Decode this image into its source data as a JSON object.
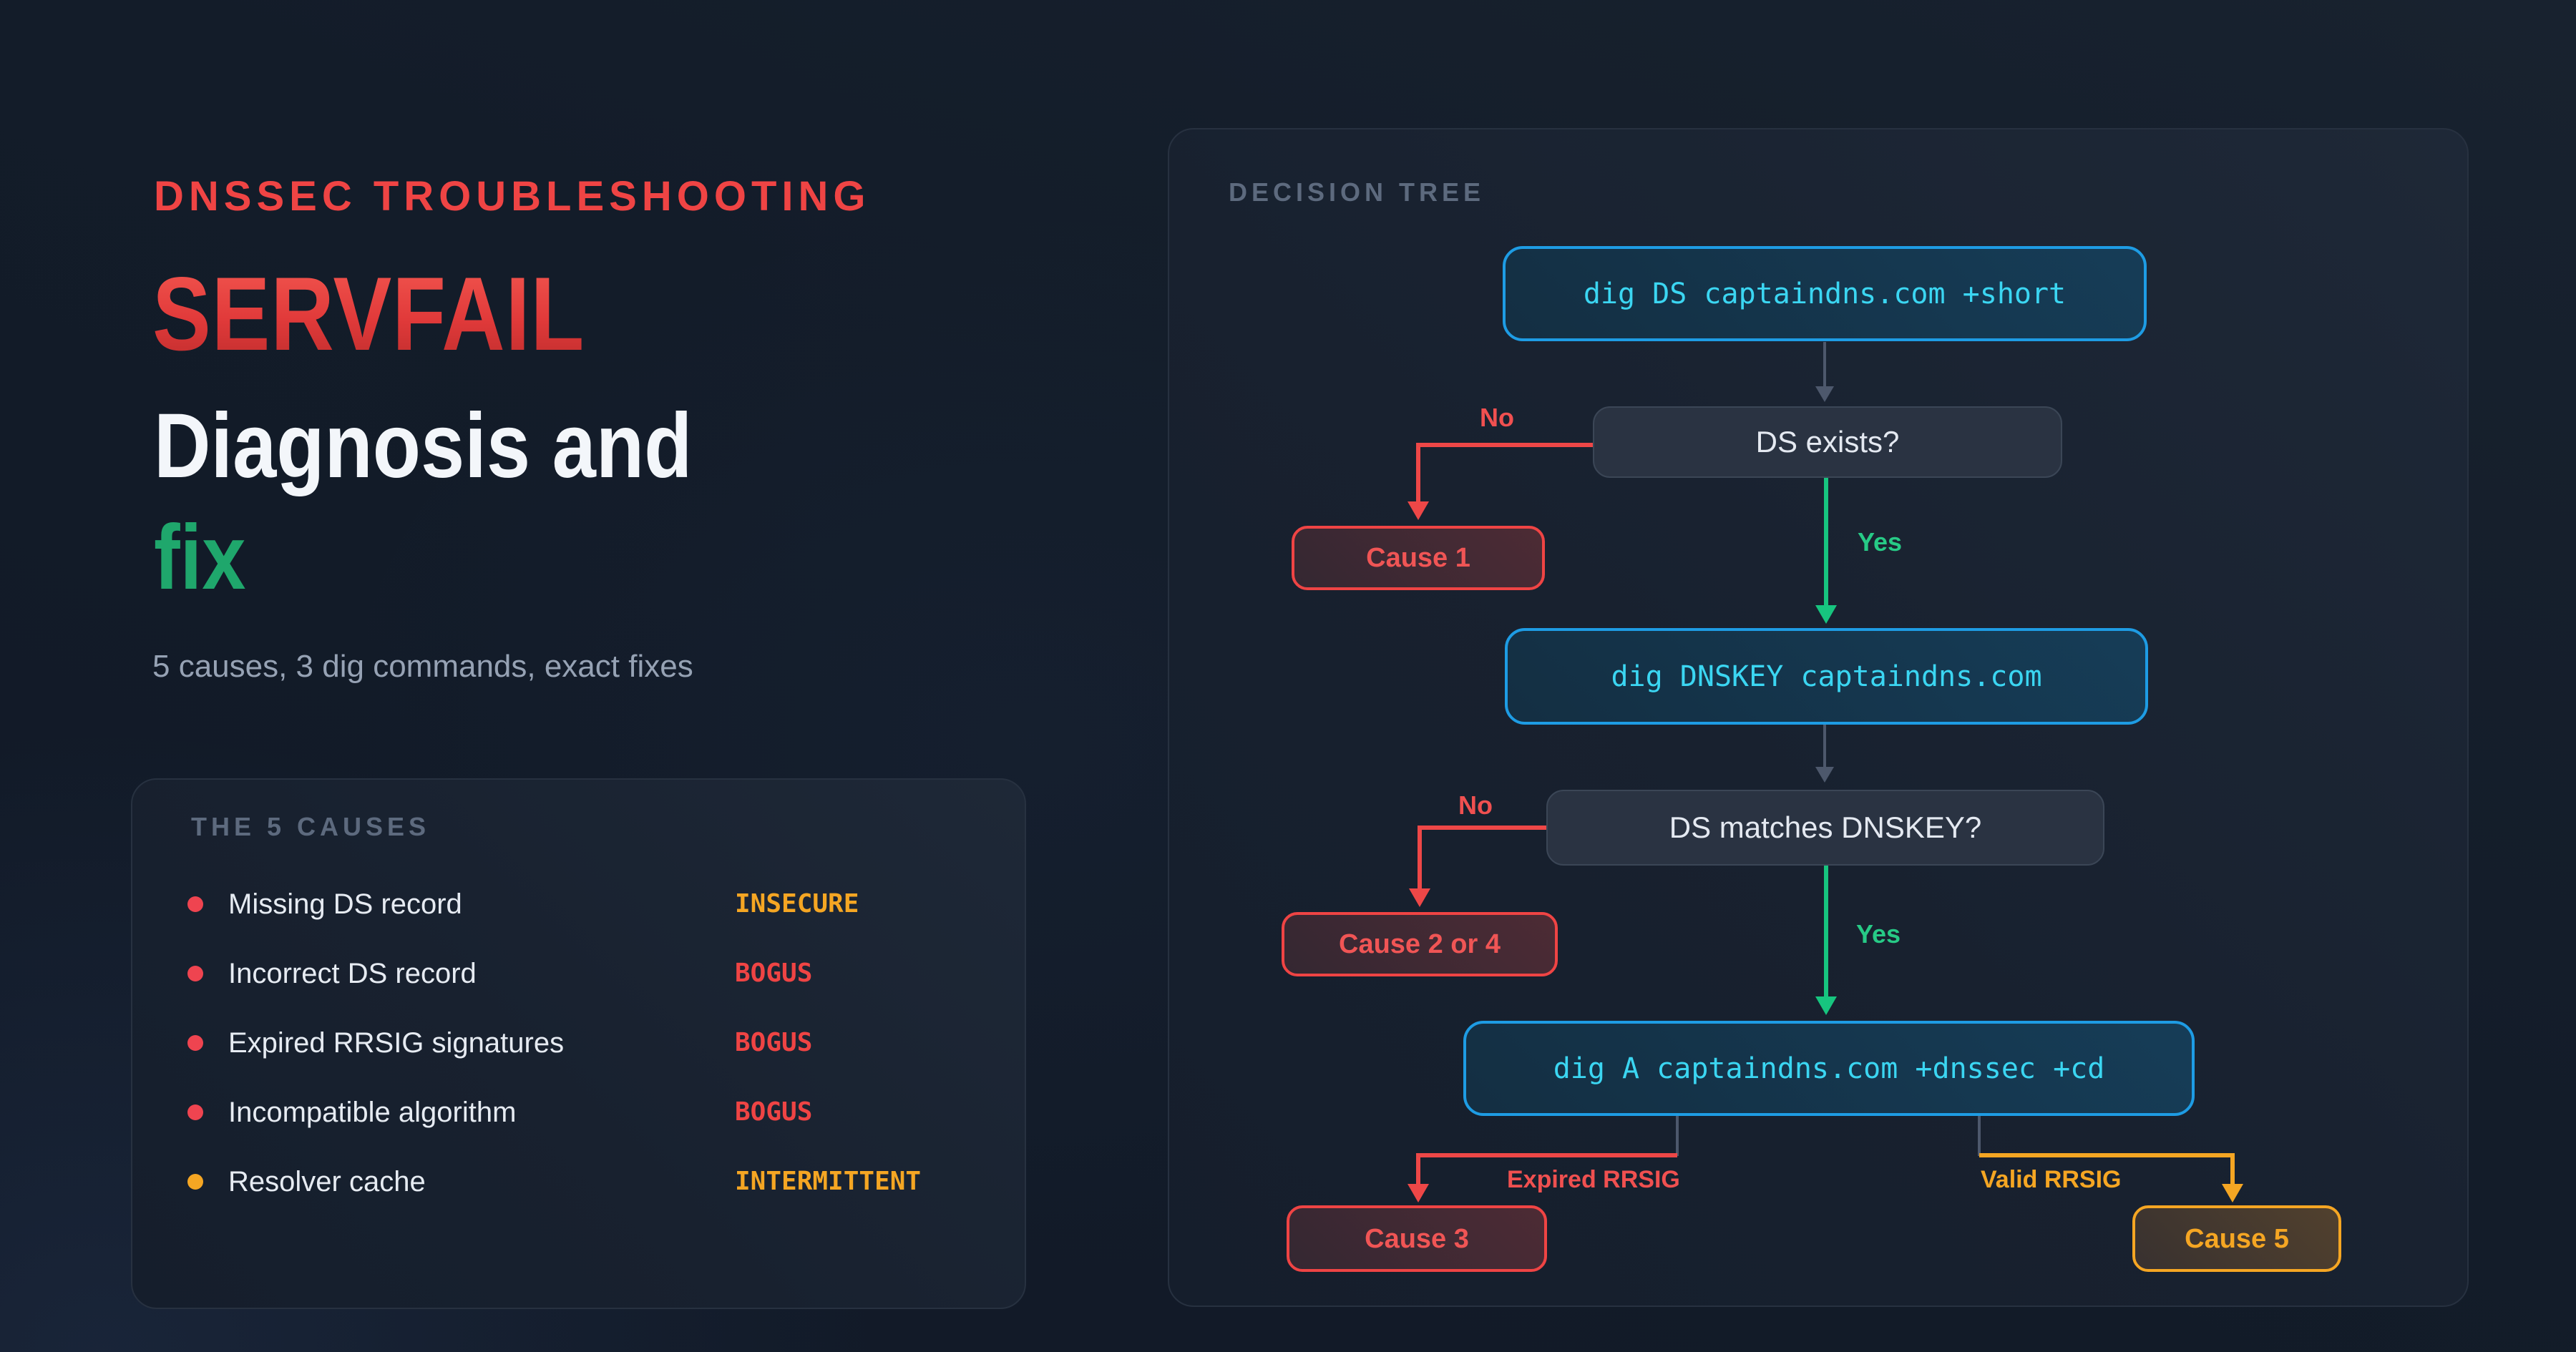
{
  "hero": {
    "kicker": "DNSSEC TROUBLESHOOTING",
    "title": "SERVFAIL",
    "subtitle_line1": "Diagnosis and",
    "subtitle_line2": "fix",
    "tagline": "5 causes, 3 dig commands, exact fixes"
  },
  "causes_panel": {
    "header": "THE 5 CAUSES",
    "items": [
      {
        "label": "Missing DS record",
        "status": "INSECURE",
        "status_color": "#f5a623",
        "dot_color": "#ef4450"
      },
      {
        "label": "Incorrect DS record",
        "status": "BOGUS",
        "status_color": "#ef4444",
        "dot_color": "#ef4450"
      },
      {
        "label": "Expired RRSIG signatures",
        "status": "BOGUS",
        "status_color": "#ef4444",
        "dot_color": "#ef4450"
      },
      {
        "label": "Incompatible algorithm",
        "status": "BOGUS",
        "status_color": "#ef4444",
        "dot_color": "#ef4450"
      },
      {
        "label": "Resolver cache",
        "status": "INTERMITTENT",
        "status_color": "#f5a623",
        "dot_color": "#f5a623"
      }
    ]
  },
  "tree_panel": {
    "header": "DECISION TREE",
    "nodes": {
      "cmd1": "dig DS captaindns.com +short",
      "q1": "DS exists?",
      "cause1": "Cause 1",
      "cmd2": "dig DNSKEY captaindns.com",
      "q2": "DS matches DNSKEY?",
      "cause24": "Cause 2 or 4",
      "cmd3": "dig A captaindns.com +dnssec +cd",
      "cause3": "Cause 3",
      "cause5": "Cause 5"
    },
    "branch_labels": {
      "no1": "No",
      "yes1": "Yes",
      "no2": "No",
      "yes2": "Yes",
      "expired": "Expired RRSIG",
      "valid": "Valid RRSIG"
    }
  },
  "colors": {
    "background": "#131c29",
    "accent_red": "#ef4444",
    "accent_green": "#1fa76c",
    "accent_cyan_text": "#3bd6f2",
    "accent_blue_border": "#1e9ce4",
    "accent_amber": "#f5a623",
    "muted_slate": "#5d6a7e",
    "body_text": "#e6ebf2"
  }
}
